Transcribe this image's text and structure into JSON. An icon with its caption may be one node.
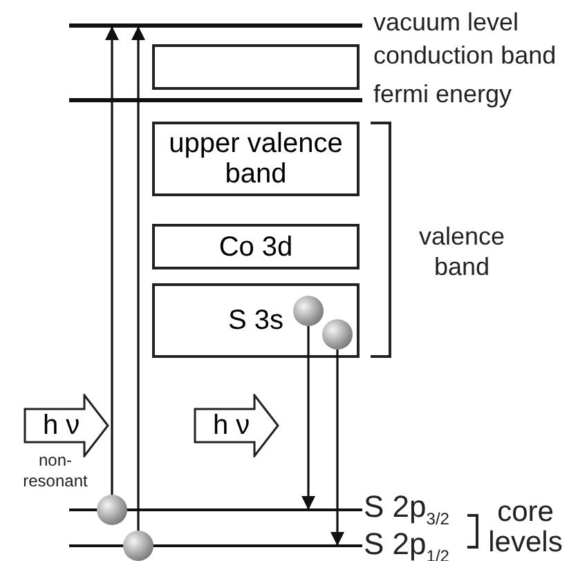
{
  "diagram": {
    "nodes": [
      {
        "text": [],
        "shape": "bar",
        "beside": [
          "vacuum level"
        ]
      },
      {
        "text": [],
        "shape": "box",
        "beside": [
          "conduction band"
        ]
      },
      {
        "text": [],
        "shape": "bar",
        "beside": [
          "fermi energy"
        ]
      },
      {
        "text": [
          "upper valence band"
        ]
      },
      {
        "text": [
          "Co 3d"
        ]
      },
      {
        "text": [
          "S 3s"
        ]
      },
      {
        "text": [],
        "shape": "circle",
        "in": 5
      },
      {
        "text": [],
        "shape": "circle",
        "in": 5
      },
      {
        "text": [],
        "shape": "bar",
        "beside": [
          "S 2p$_{3/2}$"
        ]
      },
      {
        "text": [],
        "shape": "bar",
        "beside": [
          "S 2p$_{1/2}$"
        ]
      },
      {
        "text": [],
        "shape": "circle"
      },
      {
        "text": [],
        "shape": "circle"
      },
      {
        "text": [
          "h ν"
        ],
        "beside": [
          "non-resonant"
        ]
      },
      {
        "text": [
          "h ν"
        ]
      }
    ],
    "edges": [
      {
        "from": 10,
        "to": 0,
        "arrow": "to"
      },
      {
        "from": 11,
        "to": 0,
        "arrow": "to"
      },
      {
        "from": 6,
        "to": 8,
        "arrow": "to"
      },
      {
        "from": 7,
        "to": 9,
        "arrow": "to"
      }
    ],
    "labels": [
      "valence band",
      "core levels"
    ]
  }
}
